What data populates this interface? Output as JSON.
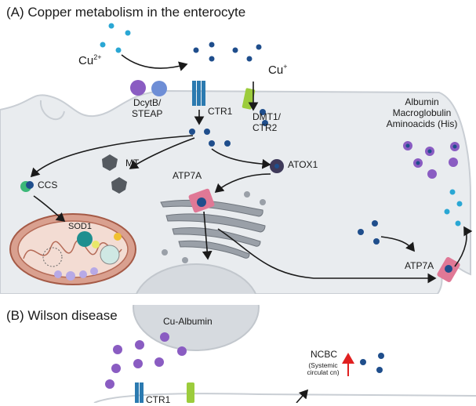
{
  "panel_a": {
    "title": "(A) Copper metabolism in the enterocyte",
    "cu2": "Cu",
    "cu2_sup": "2+",
    "cu1": "Cu",
    "cu1_sup": "+",
    "dcytb": "DcytB/",
    "steap": "STEAP",
    "ctr1": "CTR1",
    "dmt1": "DMT1/",
    "ctr2": "CTR2",
    "mt": "MT",
    "atox1": "ATOX1",
    "ccs": "CCS",
    "atp7a_golgi": "ATP7A",
    "atp7a_membrane": "ATP7A",
    "sod1": "SOD1",
    "carriers": [
      "Albumin",
      "Macroglobulin",
      "Aminoacids (His)"
    ]
  },
  "panel_b": {
    "title": "(B) Wilson disease",
    "cu_albumin": "Cu-Albumin",
    "ncbc": "NCBC",
    "systemic_1": "(Systemic",
    "systemic_2": "circulat cn)",
    "ctr1": "CTR1"
  },
  "colors": {
    "cell": "#e9ecef",
    "cell_edge": "#c9ced4",
    "copper_dark": "#1f4e8c",
    "copper_light": "#2aa7d4",
    "protein_purple": "#8a5cc2",
    "mito": "#d9a08f",
    "golgi": "#9aa0a8",
    "ctr1": "#2b7ab0",
    "dmt1": "#9ccc3c",
    "atp7a": "#e07896",
    "arrow_up": "#e02020"
  }
}
